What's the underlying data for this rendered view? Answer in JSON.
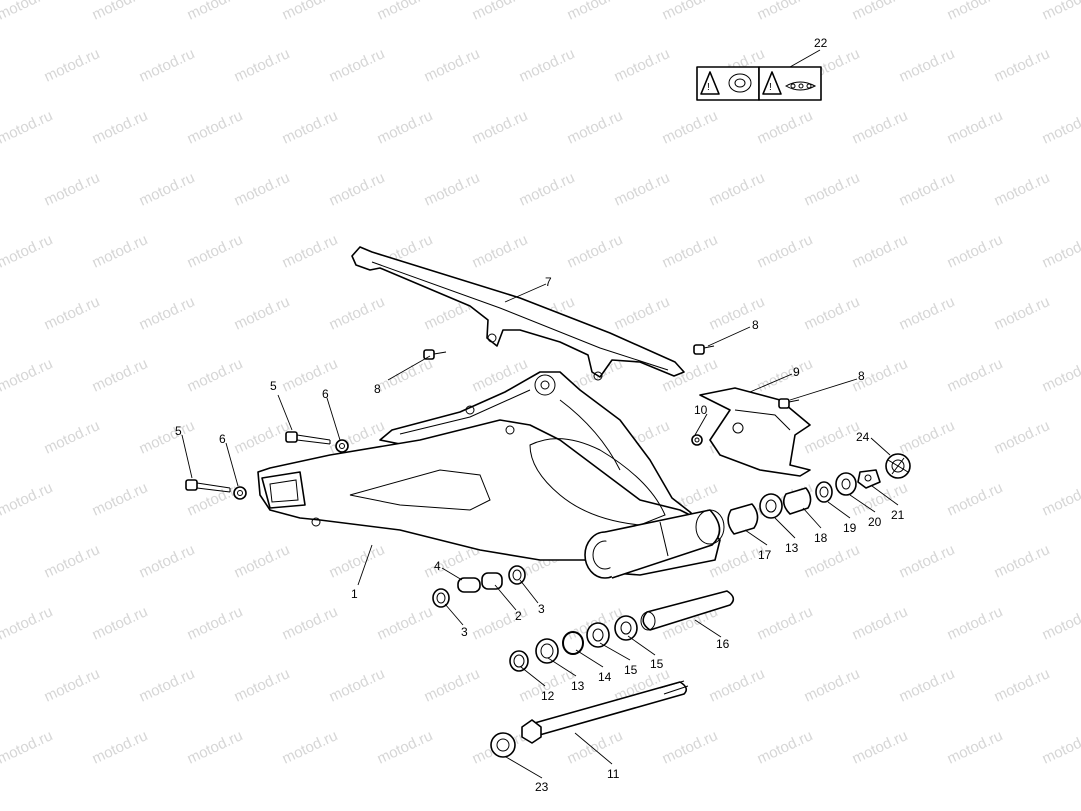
{
  "watermark": "motod.ru",
  "callouts": {
    "c1": "1",
    "c2": "2",
    "c3a": "3",
    "c3b": "3",
    "c4": "4",
    "c5a": "5",
    "c5b": "5",
    "c6a": "6",
    "c6b": "6",
    "c7": "7",
    "c8a": "8",
    "c8b": "8",
    "c8c": "8",
    "c9": "9",
    "c10": "10",
    "c11": "11",
    "c12": "12",
    "c13a": "13",
    "c13b": "13",
    "c14": "14",
    "c15a": "15",
    "c15b": "15",
    "c16": "16",
    "c17": "17",
    "c18": "18",
    "c19": "19",
    "c20": "20",
    "c21": "21",
    "c22": "22",
    "c23": "23",
    "c24": "24"
  },
  "icons": [
    "grease-warning-icon",
    "chain-lube-warning-icon"
  ]
}
